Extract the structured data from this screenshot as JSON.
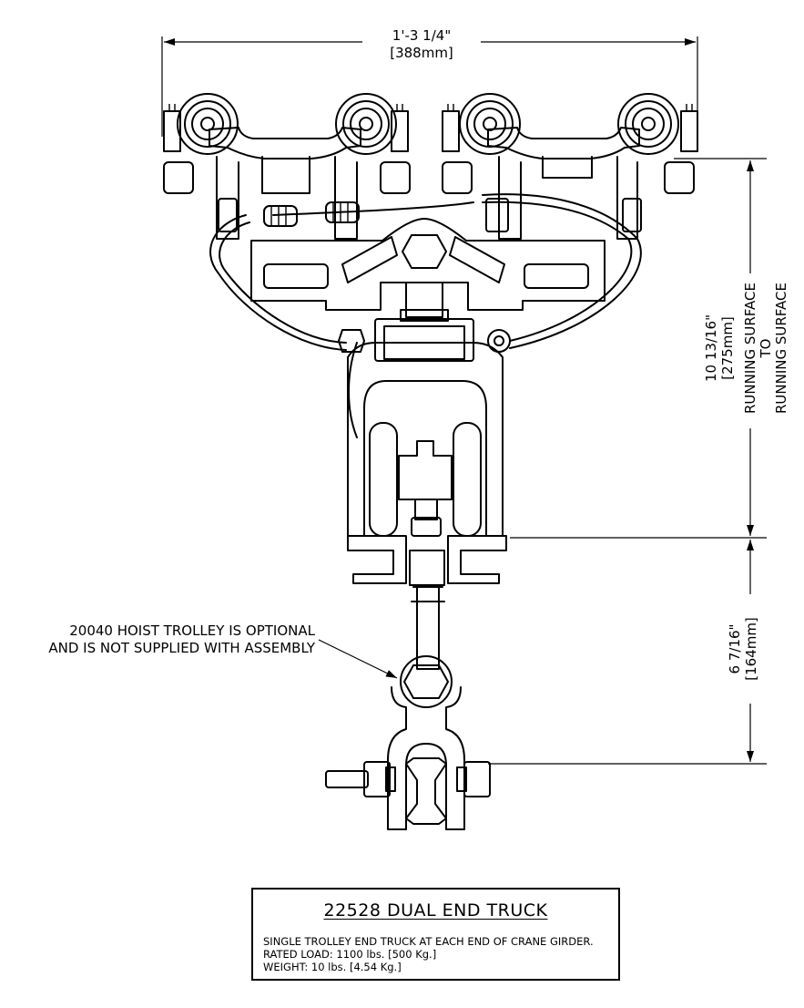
{
  "drawing": {
    "overall_width_dim": "1'-3 1/4\"",
    "overall_width_metric": "[388mm]",
    "running_height_dim": "10 13/16\"",
    "running_height_metric": "[275mm]",
    "running_label_1": "RUNNING SURFACE",
    "running_label_2": "TO",
    "running_label_3": "RUNNING SURFACE",
    "lower_dim": "6 7/16\"",
    "lower_metric": "[164mm]",
    "note_line_1": "20040 HOIST TROLLEY IS OPTIONAL",
    "note_line_2": "AND IS NOT SUPPLIED WITH ASSEMBLY"
  },
  "title_block": {
    "title": "22528 DUAL END TRUCK",
    "line_1": "SINGLE TROLLEY END TRUCK AT EACH END OF CRANE GIRDER.",
    "line_2": "RATED LOAD: 1100 lbs. [500 Kg.]",
    "line_3": "WEIGHT: 10 lbs. [4.54 Kg.]"
  }
}
